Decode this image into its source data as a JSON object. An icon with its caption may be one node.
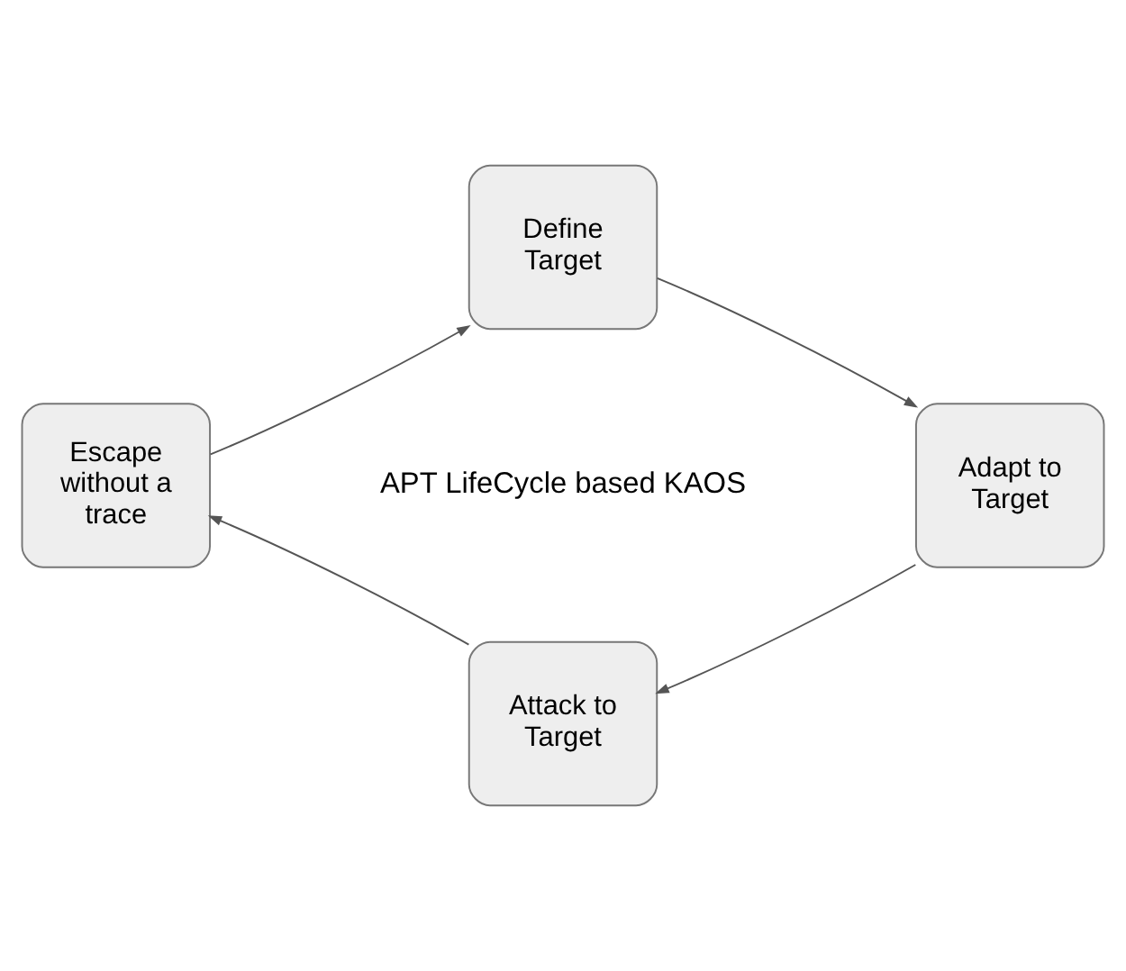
{
  "diagram": {
    "nodes": [
      {
        "text": [
          "Define Target"
        ]
      },
      {
        "text": [
          "Adapt to Target"
        ]
      },
      {
        "text": [
          "Attack to Target"
        ]
      },
      {
        "text": [
          "Escape without a trace"
        ]
      }
    ],
    "edges": [
      {
        "from": 0,
        "to": 1,
        "arrow": "to"
      },
      {
        "from": 1,
        "to": 2,
        "arrow": "to"
      },
      {
        "from": 2,
        "to": 3,
        "arrow": "to"
      },
      {
        "from": 3,
        "to": 0,
        "arrow": "to"
      }
    ],
    "labels": [
      "APT LifeCycle based KAOS"
    ]
  }
}
